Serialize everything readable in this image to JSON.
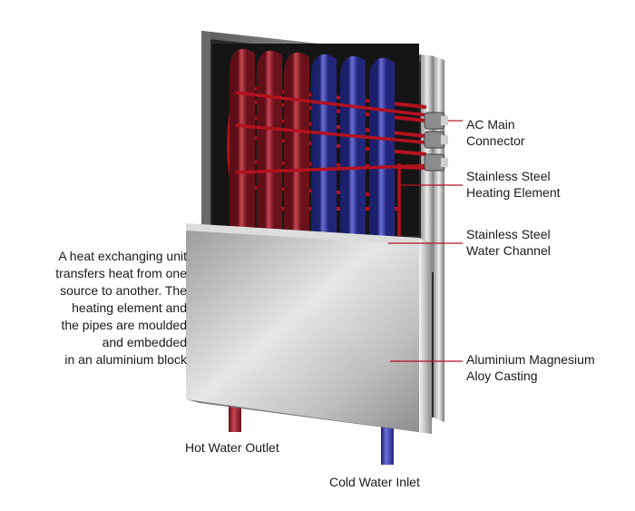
{
  "description": [
    "A heat exchanging unit",
    "transfers heat from one",
    "source to another. The",
    "heating element and",
    "the pipes are moulded",
    "and embedded",
    "in an aluminium block"
  ],
  "labels": {
    "ac_connector": [
      "AC Main",
      "Connector"
    ],
    "heating_element": [
      "Stainless Steel",
      "Heating Element"
    ],
    "water_channel": [
      "Stainless Steel",
      "Water Channel"
    ],
    "casting": [
      "Aluminium Magnesium",
      "Aloy Casting"
    ],
    "hot_outlet": "Hot Water Outlet",
    "cold_inlet": "Cold Water Inlet"
  },
  "colors": {
    "hot_pipe": "#9e2330",
    "cold_pipe": "#3a3fa8",
    "element_wire": "#b3121f",
    "leader_line": "#b3121f",
    "casting": "#c8c8c8"
  }
}
